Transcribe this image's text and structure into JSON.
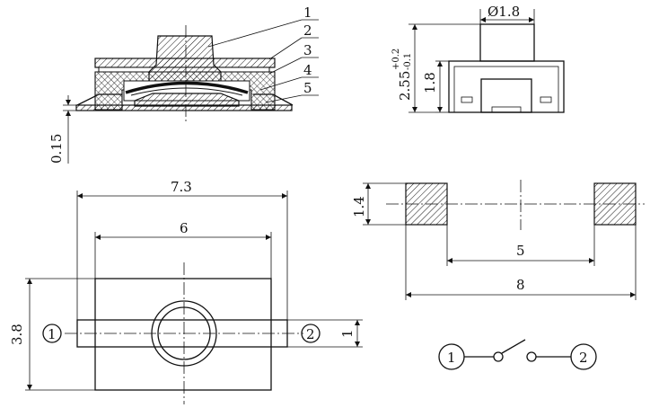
{
  "callouts": [
    "1",
    "2",
    "3",
    "4",
    "5"
  ],
  "dimensions": {
    "flange_thickness": "0.15",
    "plunger_diameter": "Ø1.8",
    "plunger_height": "1.8",
    "total_height": "2.55",
    "height_tol_plus": "+0.2",
    "height_tol_minus": "-0.1",
    "body_length": "7.3",
    "inner_length": "6",
    "body_width": "3.8",
    "terminal_width": "1",
    "pad_size": "1.4",
    "pad_gap": "5",
    "pad_span": "8"
  },
  "pins": {
    "left": "1",
    "right": "2"
  },
  "schematic": {
    "left": "1",
    "right": "2"
  },
  "colors": {
    "ink": "#111111",
    "background": "#ffffff"
  }
}
